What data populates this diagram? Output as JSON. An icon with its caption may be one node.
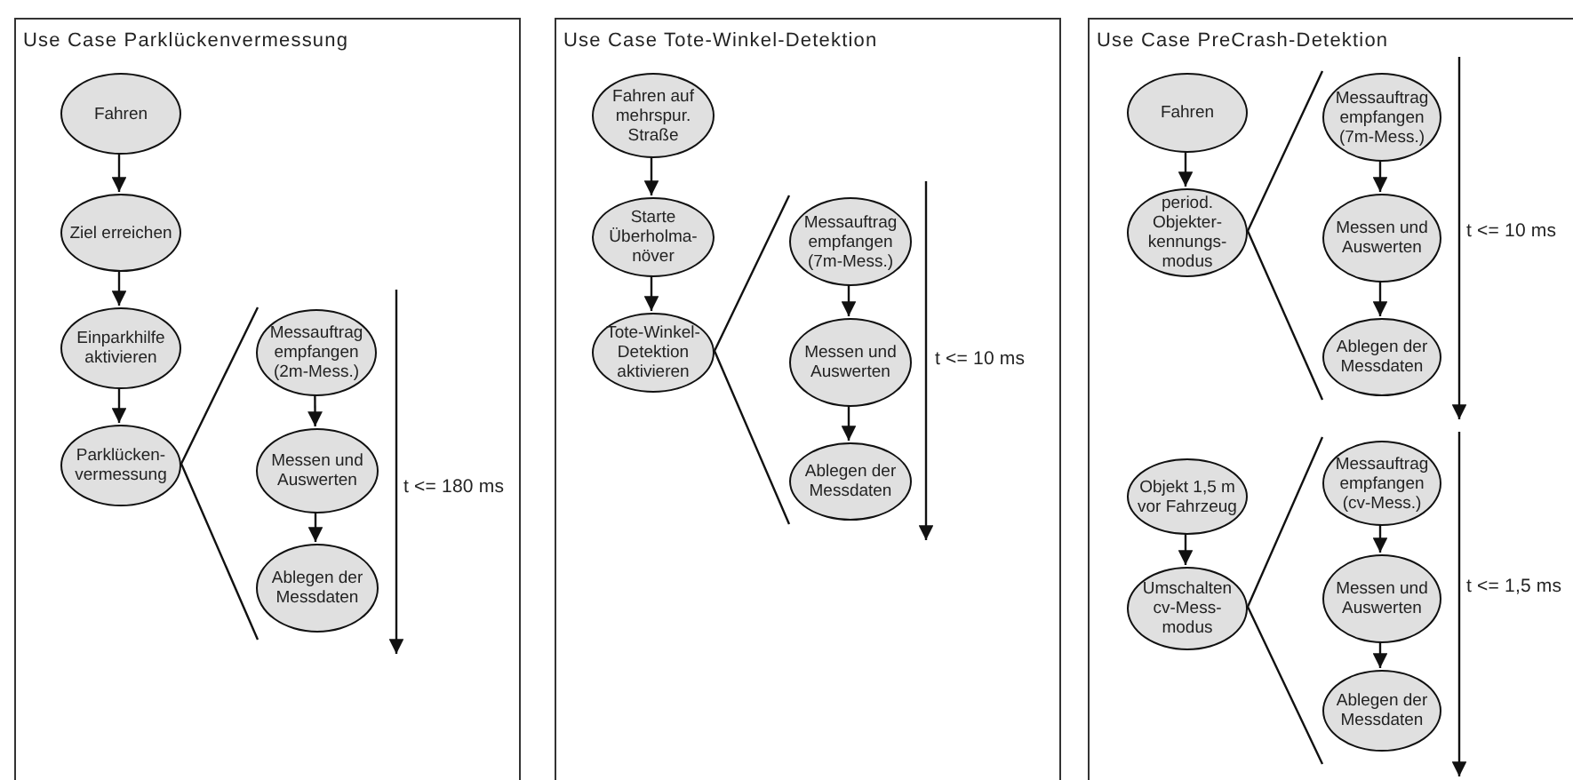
{
  "diagram": {
    "nodes": [
      {
        "text": [
          "Use Case Parklückenvermessung"
        ]
      },
      {
        "text": [
          "Fahren"
        ],
        "in": 0
      },
      {
        "text": [
          "Ziel erreichen"
        ],
        "in": 0
      },
      {
        "text": [
          "Einparkhilfe aktivieren"
        ],
        "in": 0
      },
      {
        "text": [
          "Parklücken- vermessung"
        ],
        "in": 0
      },
      {
        "text": [
          "Messauftrag empfangen (2m-Mess.)"
        ],
        "in": 0
      },
      {
        "text": [
          "Messen und Auswerten"
        ],
        "in": 0
      },
      {
        "text": [
          "Ablegen der Messdaten"
        ],
        "in": 0
      },
      {
        "text": [
          "Use Case Tote-Winkel-Detektion"
        ]
      },
      {
        "text": [
          "Fahren auf mehrspur. Straße"
        ],
        "in": 8
      },
      {
        "text": [
          "Starte Überholma- növer"
        ],
        "in": 8
      },
      {
        "text": [
          "Tote-Winkel- Detektion aktivieren"
        ],
        "in": 8
      },
      {
        "text": [
          "Messauftrag empfangen (7m-Mess.)"
        ],
        "in": 8
      },
      {
        "text": [
          "Messen und Auswerten"
        ],
        "in": 8
      },
      {
        "text": [
          "Ablegen der Messdaten"
        ],
        "in": 8
      },
      {
        "text": [
          "Use Case PreCrash-Detektion"
        ]
      },
      {
        "text": [
          "Fahren"
        ],
        "in": 15
      },
      {
        "text": [
          "period. Objekter- kennungs- modus"
        ],
        "in": 15
      },
      {
        "text": [
          "Messauftrag empfangen (7m-Mess.)"
        ],
        "in": 15
      },
      {
        "text": [
          "Messen und Auswerten"
        ],
        "in": 15
      },
      {
        "text": [
          "Ablegen der Messdaten"
        ],
        "in": 15
      },
      {
        "text": [
          "Objekt 1,5 m vor Fahrzeug"
        ],
        "in": 15
      },
      {
        "text": [
          "Umschalten cv-Mess- modus"
        ],
        "in": 15
      },
      {
        "text": [
          "Messauftrag empfangen (cv-Mess.)"
        ],
        "in": 15
      },
      {
        "text": [
          "Messen und Auswerten"
        ],
        "in": 15
      },
      {
        "text": [
          "Ablegen der Messdaten"
        ],
        "in": 15
      }
    ],
    "edges": [
      {
        "from": 1,
        "to": 2,
        "arrow": "to"
      },
      {
        "from": 2,
        "to": 3,
        "arrow": "to"
      },
      {
        "from": 3,
        "to": 4,
        "arrow": "to"
      },
      {
        "from": 5,
        "to": 6,
        "arrow": "to"
      },
      {
        "from": 6,
        "to": 7,
        "arrow": "to"
      },
      {
        "from": 9,
        "to": 10,
        "arrow": "to"
      },
      {
        "from": 10,
        "to": 11,
        "arrow": "to"
      },
      {
        "from": 12,
        "to": 13,
        "arrow": "to"
      },
      {
        "from": 13,
        "to": 14,
        "arrow": "to"
      },
      {
        "from": 16,
        "to": 17,
        "arrow": "to"
      },
      {
        "from": 18,
        "to": 19,
        "arrow": "to"
      },
      {
        "from": 19,
        "to": 20,
        "arrow": "to"
      },
      {
        "from": 21,
        "to": 22,
        "arrow": "to"
      },
      {
        "from": 23,
        "to": 24,
        "arrow": "to"
      },
      {
        "from": 24,
        "to": 25,
        "arrow": "to"
      }
    ],
    "labels": [
      "t <= 180 ms",
      "t <= 10 ms",
      "t <= 10 ms",
      "t <= 1,5 ms"
    ]
  }
}
